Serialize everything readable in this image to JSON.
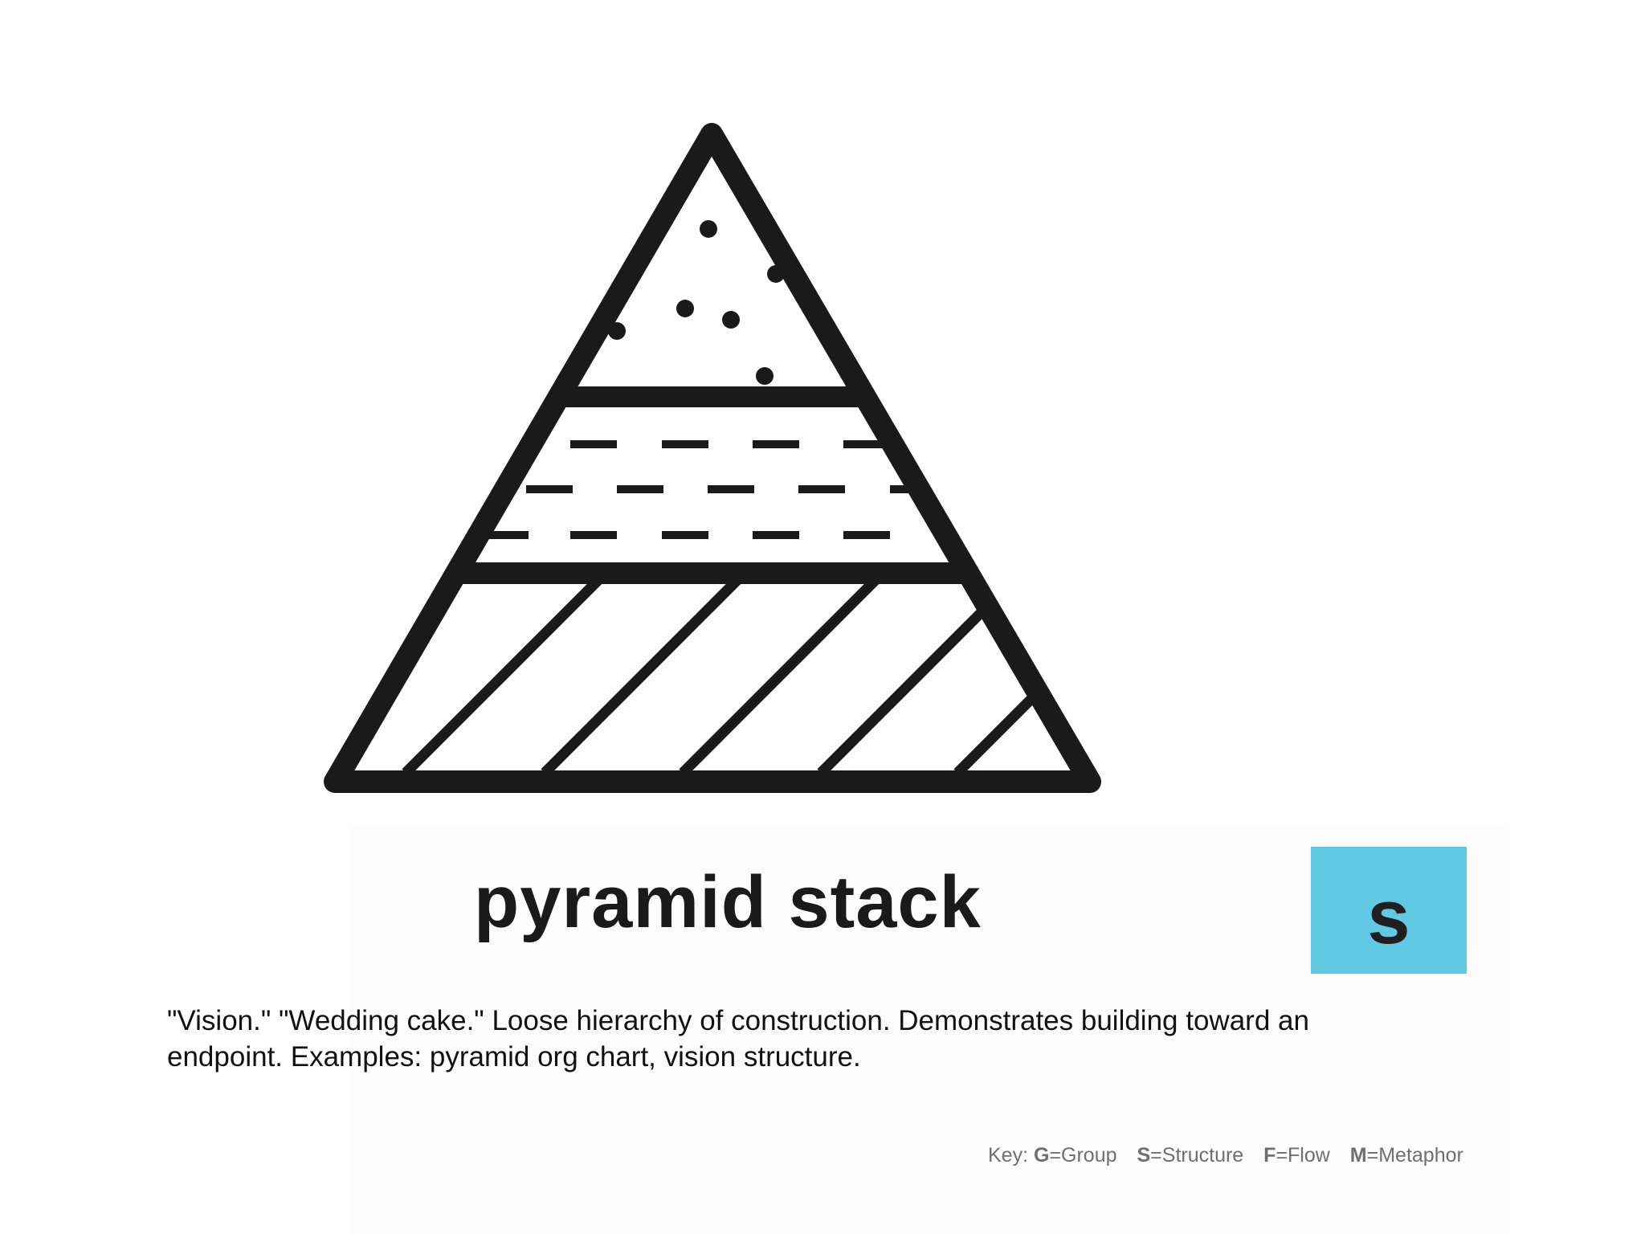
{
  "diagram": {
    "title": "pyramid stack",
    "category_badge": {
      "letter": "s",
      "color": "#62c9e5"
    },
    "icon": "pyramid-stack-icon",
    "tiers": [
      {
        "level": "top",
        "pattern": "dots"
      },
      {
        "level": "middle",
        "pattern": "dashes"
      },
      {
        "level": "bottom",
        "pattern": "diagonal-hatch"
      }
    ]
  },
  "description": "\"Vision.\" \"Wedding cake.\" Loose hierarchy of construction. Demonstrates building toward an endpoint. Examples: pyramid org chart, vision structure.",
  "key": {
    "prefix": "Key:",
    "items": [
      {
        "letter": "G",
        "label": "=Group"
      },
      {
        "letter": "S",
        "label": "=Structure"
      },
      {
        "letter": "F",
        "label": "=Flow"
      },
      {
        "letter": "M",
        "label": "=Metaphor"
      }
    ]
  }
}
